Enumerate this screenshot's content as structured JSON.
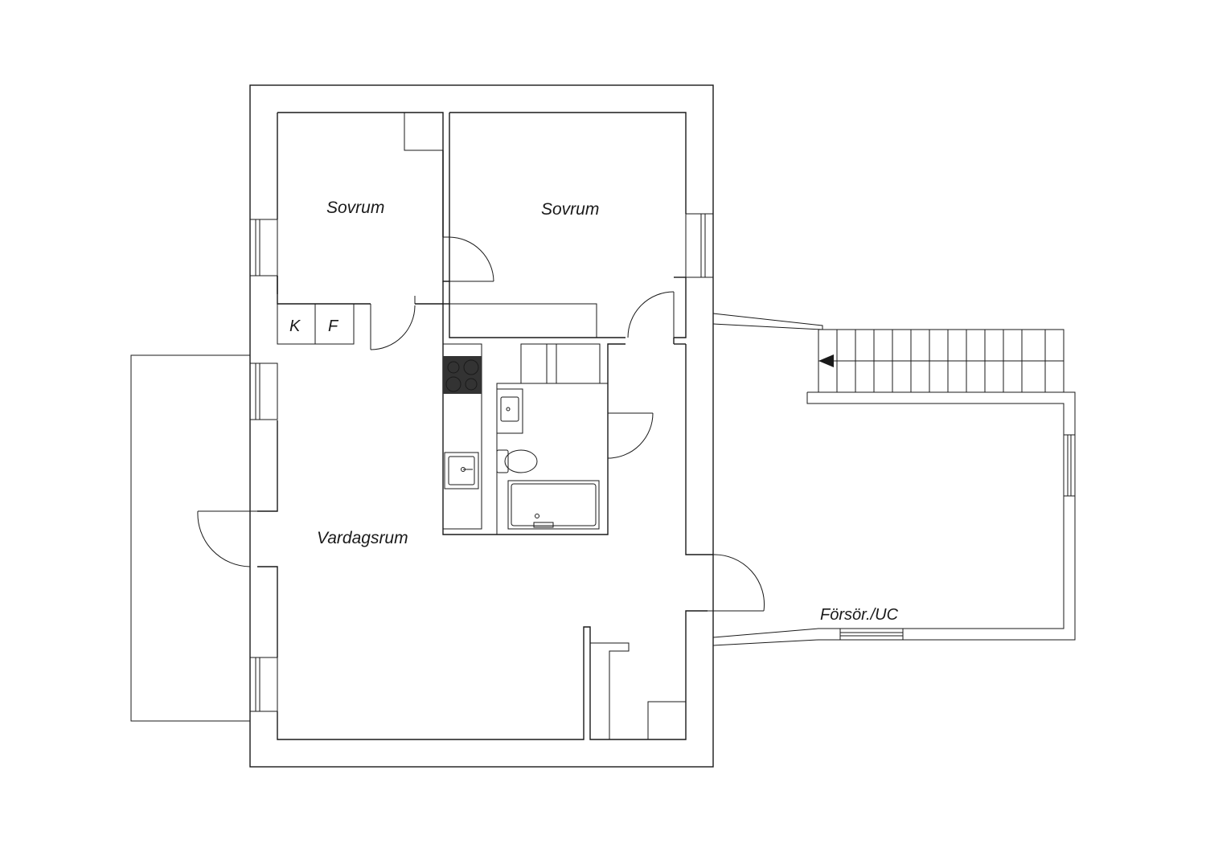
{
  "rooms": {
    "bedroom_1": "Sovrum",
    "bedroom_2": "Sovrum",
    "living_room": "Vardagsrum",
    "utility": "Försör./UC"
  },
  "cabinets": {
    "freezer": "K",
    "fridge": "F"
  },
  "colors": {
    "line": "#1a1a1a",
    "background": "#ffffff",
    "stove": "#333333"
  }
}
